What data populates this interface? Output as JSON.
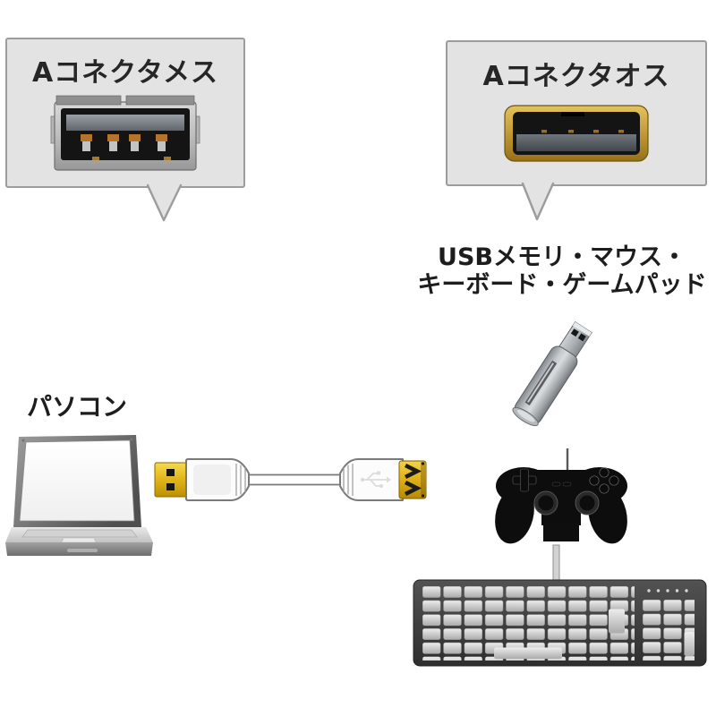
{
  "callouts": {
    "female": {
      "label": "Aコネクタメス"
    },
    "male": {
      "label": "Aコネクタオス"
    }
  },
  "captions": {
    "pc": "パソコン",
    "devices_line1": "USBメモリ・マウス・",
    "devices_line2": "キーボード・ゲームパッド"
  },
  "colors": {
    "background": "#ffffff",
    "callout_fill": "#e3e3e3",
    "callout_border": "#9c9c9c",
    "text": "#1d1d1d",
    "connector_gold": "#e0b41e",
    "cable_outline": "#7a7a7a",
    "device_dark": "#2b2b2b"
  },
  "icons": {
    "female_port": "usb-a-female-port-photo",
    "male_plug": "usb-a-male-plug-photo",
    "laptop": "laptop-illustration",
    "cable": "usb-extension-cable-illustration",
    "usb_memory": "usb-memory-illustration",
    "gamepad": "gamepad-illustration",
    "keyboard": "keyboard-illustration"
  }
}
